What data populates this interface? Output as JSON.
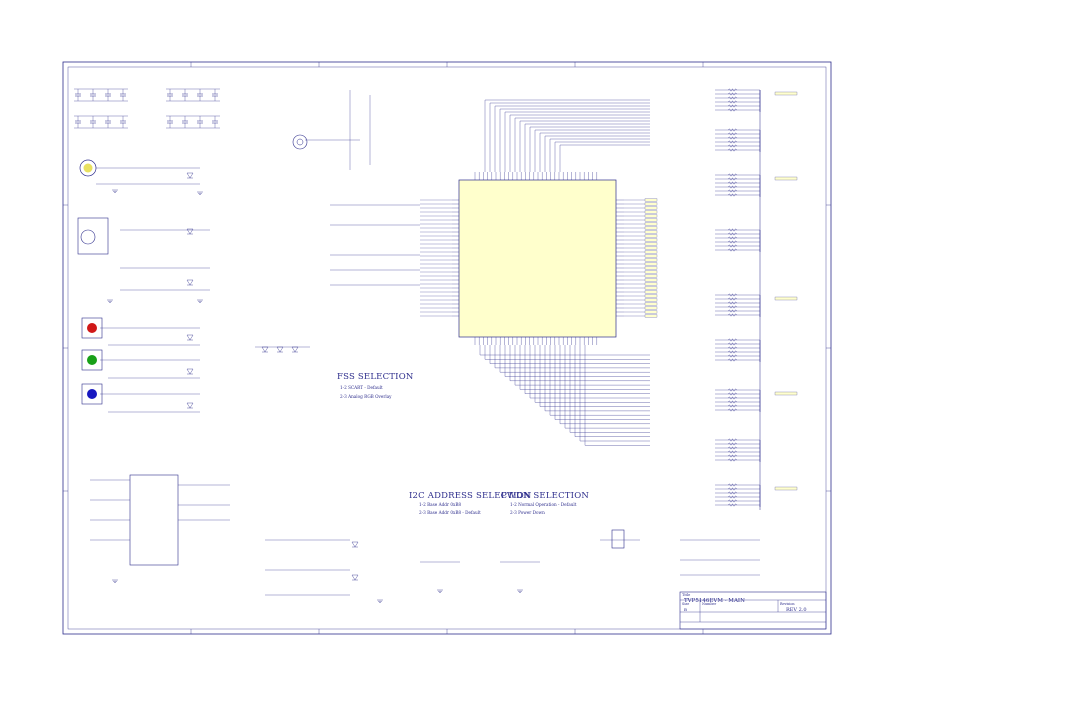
{
  "sheet": {
    "frame_color": "#2d2d8c",
    "ic_fill": "#ffffcc",
    "wire_color": "#2d2d8c",
    "label_fill": "#ffffcc",
    "led_colors": {
      "red": "#d01818",
      "green": "#18a018",
      "blue": "#1818c0",
      "yellow": "#e8e060"
    },
    "notes": {
      "fss": {
        "title": "FSS SELECTION",
        "line1": "1-2  SCART - Default",
        "line2": "2-3  Analog RGB Overlay"
      },
      "i2c": {
        "title": "I2C ADDRESS SELECTION",
        "line1": "1-2  Base Addr 0xB8",
        "line2": "2-3  Base Addr 0xB8 - Default"
      },
      "pwdn": {
        "title": "PWDN SELECTION",
        "line1": "1-2  Normal Operation - Default",
        "line2": "2-3  Power Down"
      }
    },
    "title_block": {
      "title_label": "Title",
      "title_value": "TVP5146EVM - MAIN",
      "size_label": "Size",
      "size_value": "B",
      "number_label": "Number",
      "revision_label": "Revision",
      "revision_value": "REV 2.0"
    }
  }
}
